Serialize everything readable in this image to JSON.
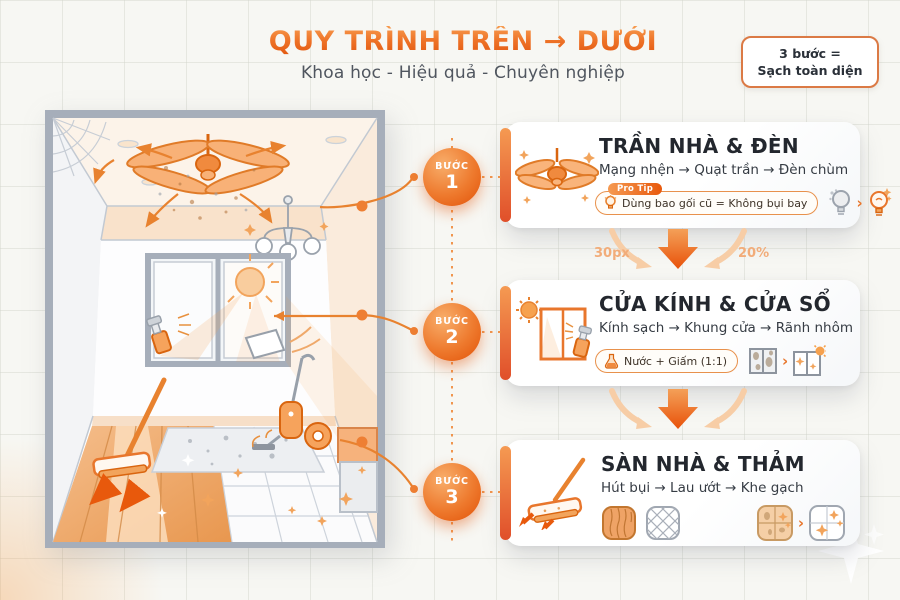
{
  "header": {
    "title": "QUY TRÌNH TRÊN → DƯỚI",
    "subtitle": "Khoa học - Hiệu quả - Chuyên nghiệp",
    "badge_line1": "3 bước =",
    "badge_line2": "Sạch toàn diện"
  },
  "steps": [
    {
      "badge_label": "BƯỚC",
      "number": "1",
      "title": "TRẦN NHÀ & ĐÈN",
      "subtitle": "Mạng nhện → Quạt trần → Đèn chùm",
      "tip_badge": "Pro Tip",
      "tip_text": "Dùng bao gối cũ = Không bụi bay",
      "icon": "ceiling-fan-icon",
      "before_after": "dusty-bulb-to-clean-bulb"
    },
    {
      "badge_label": "BƯỚC",
      "number": "2",
      "title": "CỬA KÍNH & CỬA SỔ",
      "subtitle": "Kính sạch → Khung cửa → Rãnh nhôm",
      "tip_text": "Nước + Giấm (1:1)",
      "icon": "window-sun-spray-icon",
      "before_after": "dirty-window-to-clean-window"
    },
    {
      "badge_label": "BƯỚC",
      "number": "3",
      "title": "SÀN NHÀ & THẢM",
      "subtitle": "Hút bụi → Lau ướt → Khe gạch",
      "icon": "mop-icon",
      "surfaces": [
        "wood-swatch",
        "carpet-hatch-swatch"
      ],
      "before_after": "dirty-tile-to-clean-tile"
    }
  ],
  "annotations": {
    "left_arrow_label": "30px",
    "right_arrow_label": "20%"
  },
  "compare_separator": "›",
  "colors": {
    "accent": "#E8590C",
    "accent_light": "#F6A14E",
    "accent_deep": "#E04F2A",
    "text_dark": "#23272E",
    "text_gray": "#50565F",
    "frame_gray": "#A6AEBA",
    "background": "#F7F7F3",
    "card": "#FFFFFF"
  }
}
